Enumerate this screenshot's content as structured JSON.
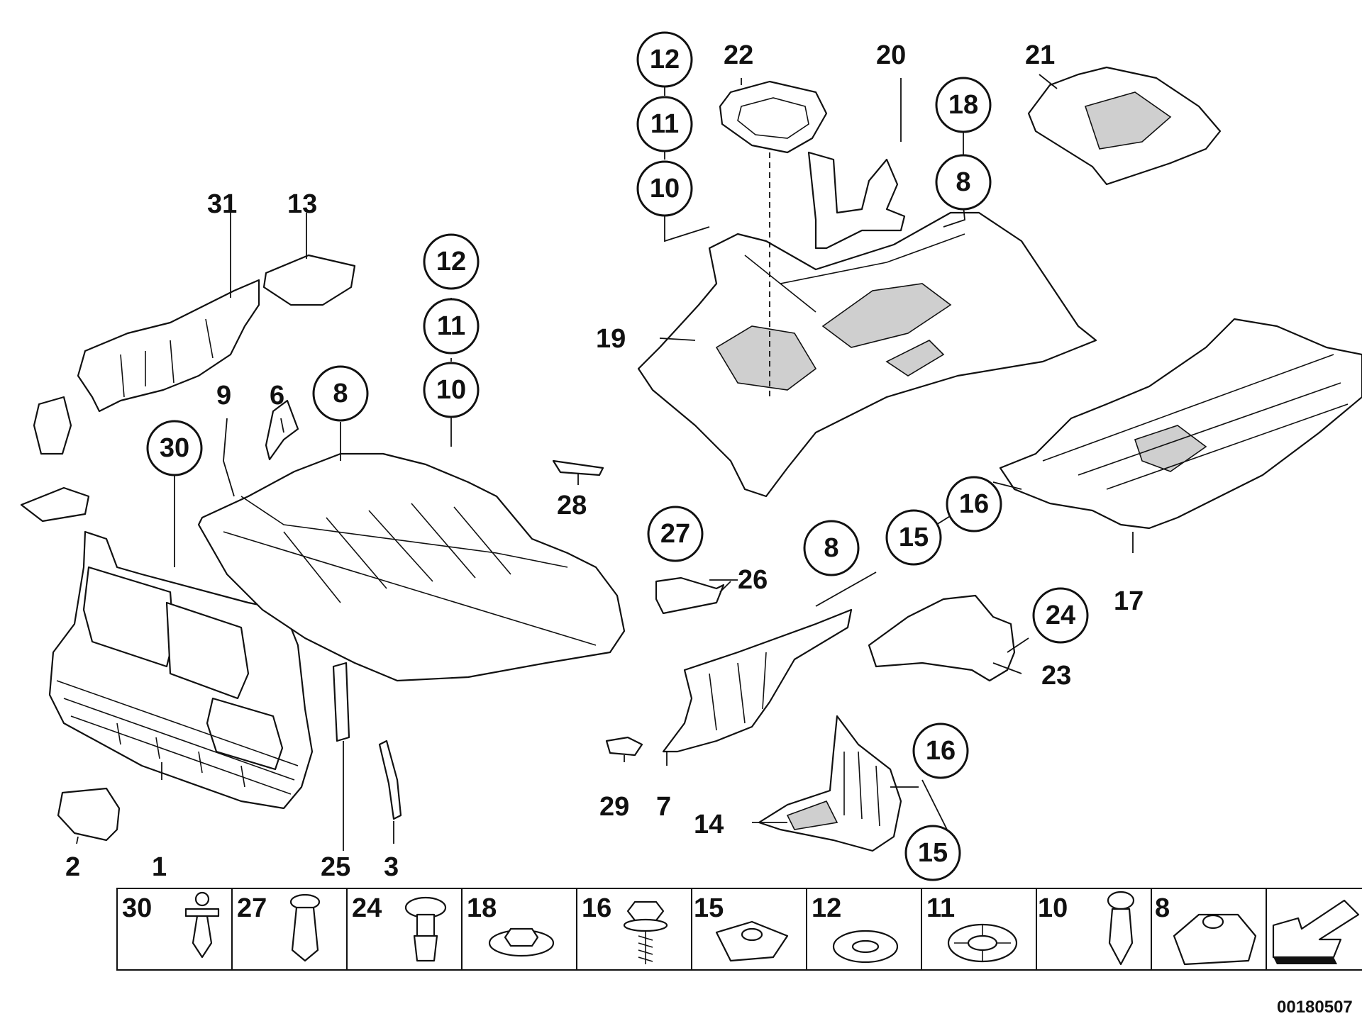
{
  "callouts": {
    "c1": "1",
    "c2": "2",
    "c3": "3",
    "c6": "6",
    "c7": "7",
    "c9": "9",
    "c13": "13",
    "c14": "14",
    "c17": "17",
    "c19": "19",
    "c20": "20",
    "c21": "21",
    "c22": "22",
    "c23": "23",
    "c25": "25",
    "c26": "26",
    "c28": "28",
    "c29": "29",
    "c31": "31"
  },
  "circled": {
    "a12": "12",
    "a11": "11",
    "a10": "10",
    "b18": "18",
    "b8": "8",
    "c12": "12",
    "c11": "11",
    "c10": "10",
    "c8": "8",
    "c30": "30",
    "d27": "27",
    "d8": "8",
    "d15": "15",
    "d16": "16",
    "d24": "24",
    "e16": "16",
    "e15": "15"
  },
  "fastener_table": [
    {
      "label": "30",
      "icon": "push-rivet-icon"
    },
    {
      "label": "27",
      "icon": "expanding-rivet-icon"
    },
    {
      "label": "24",
      "icon": "plastic-rivet-icon"
    },
    {
      "label": "18",
      "icon": "hex-nut-washer-icon"
    },
    {
      "label": "16",
      "icon": "hex-screw-icon"
    },
    {
      "label": "15",
      "icon": "clip-nut-icon"
    },
    {
      "label": "12",
      "icon": "flat-washer-icon"
    },
    {
      "label": "11",
      "icon": "lock-washer-icon"
    },
    {
      "label": "10",
      "icon": "spreading-rivet-icon"
    },
    {
      "label": "8",
      "icon": "spring-nut-icon"
    },
    {
      "label": "",
      "icon": "direction-arrow-icon"
    }
  ],
  "doc_id": "00180507"
}
